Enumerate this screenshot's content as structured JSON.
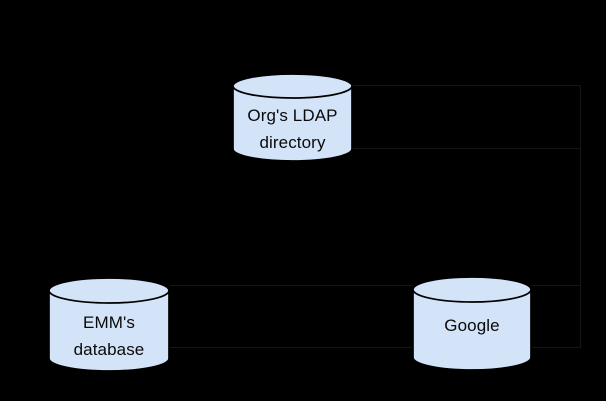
{
  "style": {
    "background": "#000000",
    "cylinder_fill": "#d3e3f8",
    "cylinder_stroke": "#000000",
    "label_color": "#0a0a0a",
    "connector_color": "#14161c"
  },
  "nodes": {
    "ldap": {
      "line1": "Org's LDAP",
      "line2": "directory"
    },
    "emm": {
      "line1": "EMM's",
      "line2": "database"
    },
    "google": {
      "line1": "Google"
    }
  }
}
